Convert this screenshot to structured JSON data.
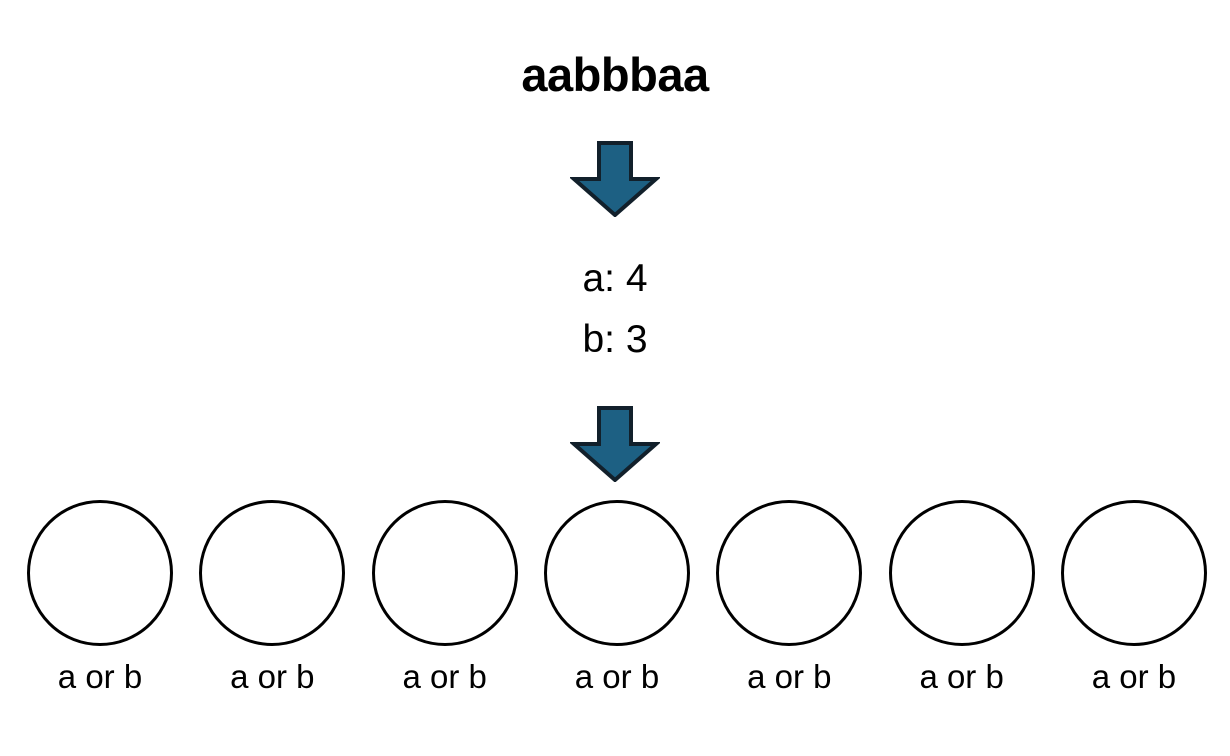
{
  "diagram": {
    "title": "aabbbaa",
    "arrow_icon_name": "down-arrow-icon",
    "arrow_fill_color": "#1D6083",
    "arrow_outline_color": "#12202B",
    "circle_outline_color": "#000000",
    "background_color": "#ffffff",
    "text_color": "#000000",
    "counts": [
      {
        "key": "a",
        "value": 4,
        "text": "a: 4"
      },
      {
        "key": "b",
        "value": 3,
        "text": "b: 3"
      }
    ],
    "slots": [
      {
        "label": "a or b"
      },
      {
        "label": "a or b"
      },
      {
        "label": "a or b"
      },
      {
        "label": "a or b"
      },
      {
        "label": "a or b"
      },
      {
        "label": "a or b"
      },
      {
        "label": "a or b"
      }
    ],
    "slot_count": 7
  }
}
